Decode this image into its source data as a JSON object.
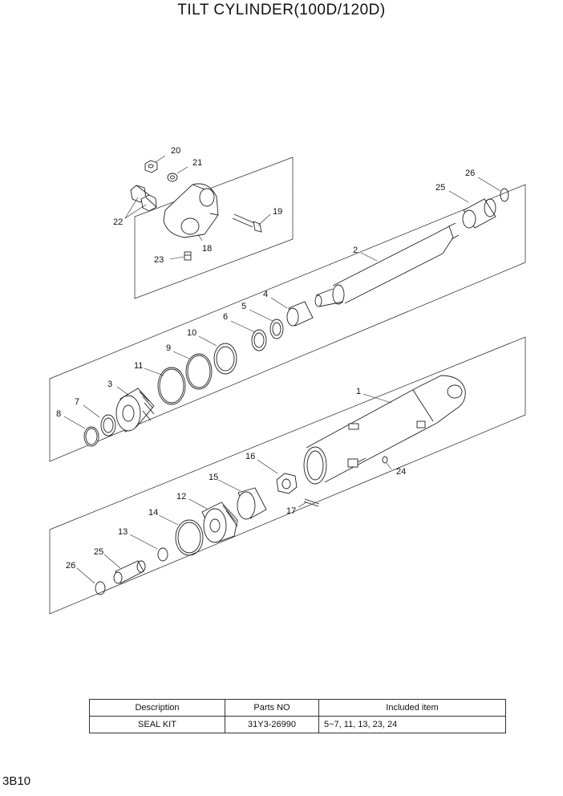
{
  "title": "TILT CYLINDER(100D/120D)",
  "page_code": "3B10",
  "table": {
    "headers": [
      "Description",
      "Parts NO",
      "Included item"
    ],
    "rows": [
      [
        "SEAL KIT",
        "31Y3-26990",
        "5~7, 11, 13, 23, 24"
      ]
    ]
  },
  "callouts": {
    "p1": "1",
    "p2": "2",
    "p3": "3",
    "p4": "4",
    "p5": "5",
    "p6": "6",
    "p7": "7",
    "p8": "8",
    "p9": "9",
    "p10": "10",
    "p11": "11",
    "p12": "12",
    "p13": "13",
    "p14": "14",
    "p15": "15",
    "p16": "16",
    "p17": "17",
    "p18": "18",
    "p19": "19",
    "p20": "20",
    "p21": "21",
    "p22": "22",
    "p23": "23",
    "p24": "24",
    "p25_top": "25",
    "p26_top": "26",
    "p25_bottom": "25",
    "p26_bottom": "26"
  }
}
